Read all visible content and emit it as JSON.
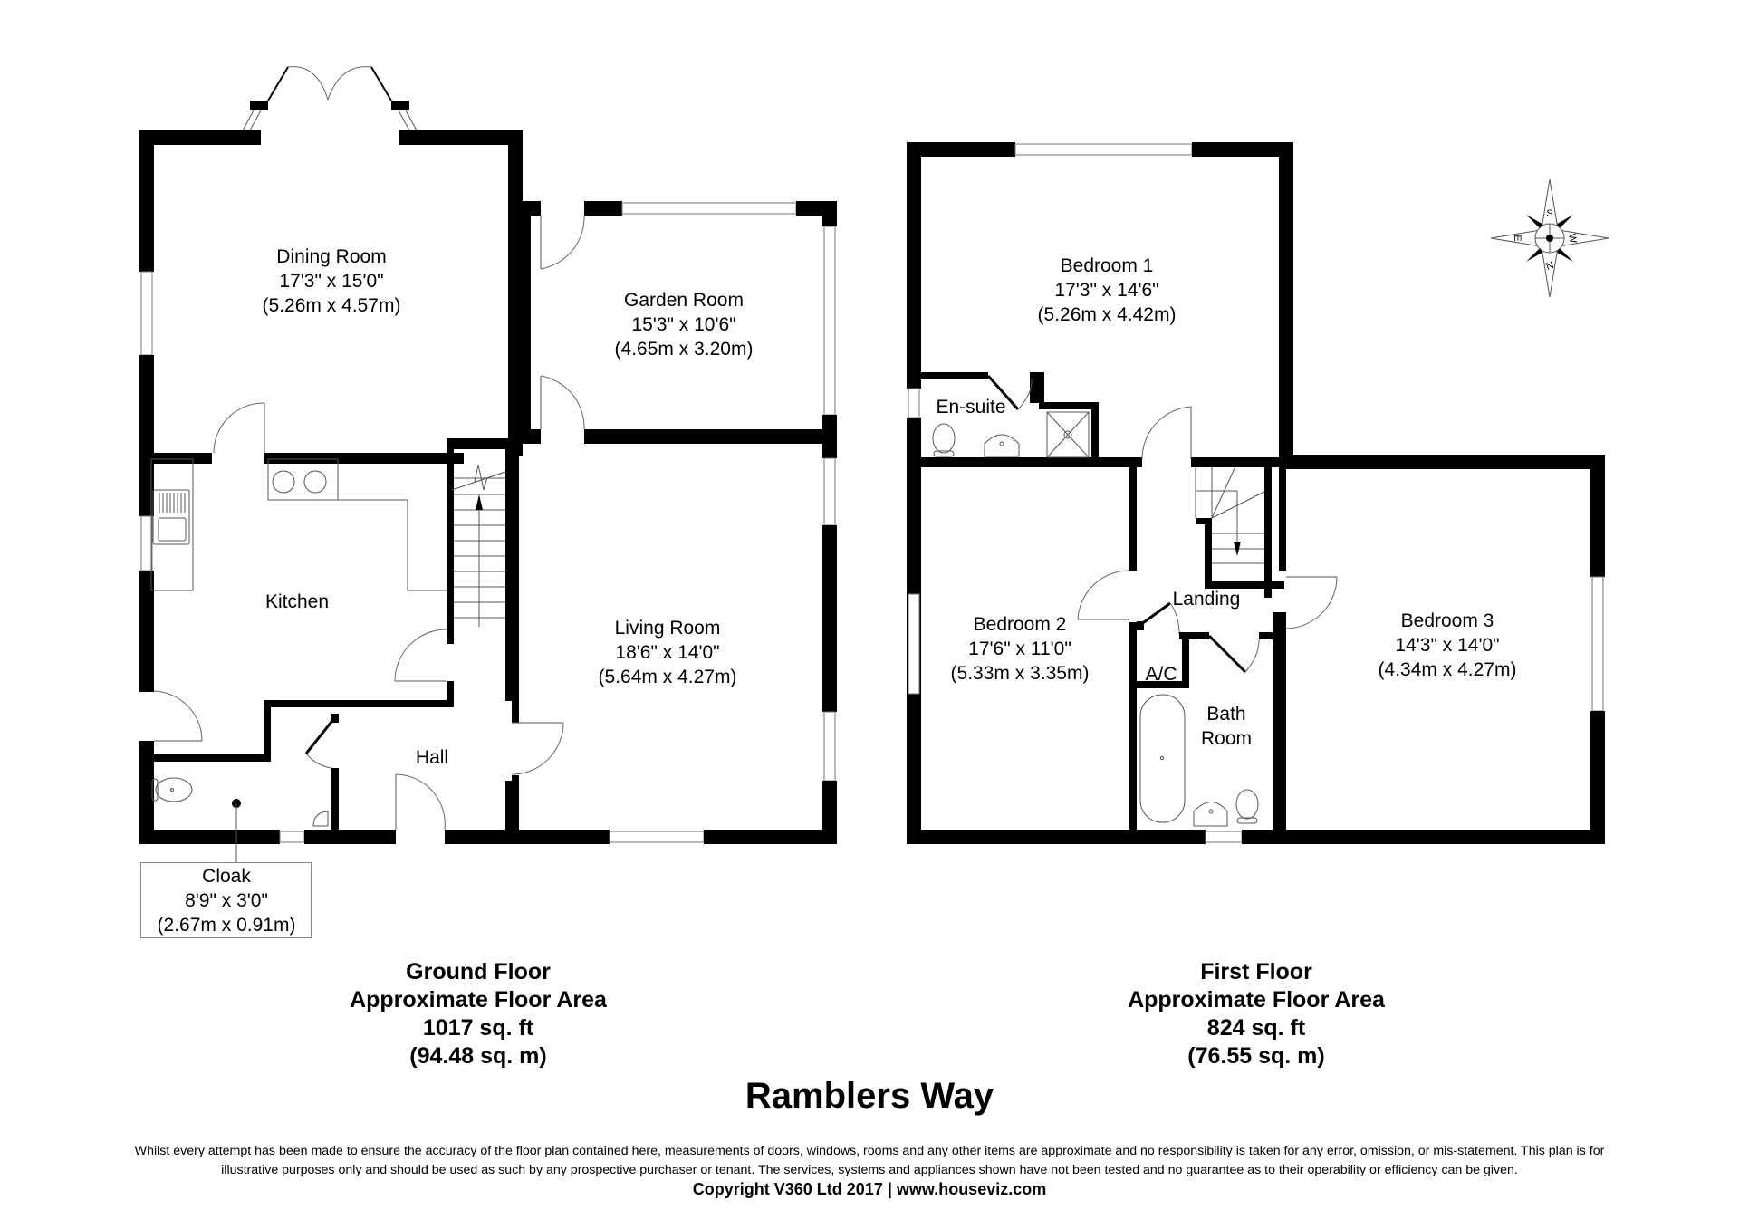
{
  "title": "Ramblers Way",
  "ground_floor": {
    "rooms": [
      {
        "name": "Dining Room",
        "imperial": "17'3\" x 15'0\"",
        "metric": "(5.26m x 4.57m)"
      },
      {
        "name": "Garden Room",
        "imperial": "15'3\" x 10'6\"",
        "metric": "(4.65m x 3.20m)"
      },
      {
        "name": "Kitchen"
      },
      {
        "name": "Living Room",
        "imperial": "18'6\" x 14'0\"",
        "metric": "(5.64m x 4.27m)"
      },
      {
        "name": "Hall"
      },
      {
        "name": "Cloak",
        "imperial": "8'9\" x 3'0\"",
        "metric": "(2.67m x 0.91m)"
      }
    ],
    "caption": {
      "floor": "Ground Floor",
      "label": "Approximate Floor Area",
      "sq_ft": "1017 sq. ft",
      "sq_m": "(94.48 sq. m)"
    }
  },
  "first_floor": {
    "rooms": [
      {
        "name": "Bedroom 1",
        "imperial": "17'3\" x 14'6\"",
        "metric": "(5.26m x 4.42m)"
      },
      {
        "name": "En-suite"
      },
      {
        "name": "Bedroom 2",
        "imperial": "17'6\" x 11'0\"",
        "metric": "(5.33m x 3.35m)"
      },
      {
        "name": "Landing"
      },
      {
        "name": "A/C"
      },
      {
        "name": "Bath Room"
      },
      {
        "name": "Bedroom 3",
        "imperial": "14'3\" x 14'0\"",
        "metric": "(4.34m x 4.27m)"
      }
    ],
    "caption": {
      "floor": "First Floor",
      "label": "Approximate Floor Area",
      "sq_ft": "824 sq. ft",
      "sq_m": "(76.55 sq. m)"
    }
  },
  "compass": {
    "icon": "compass-rose-icon",
    "top": "S",
    "bottom": "N",
    "left": "E",
    "right": "W"
  },
  "footer": {
    "disclaimer_line1": "Whilst every attempt has been made to ensure the accuracy of the floor plan contained here, measurements of doors, windows, rooms and any other items are approximate and no responsibility is taken for any error, omission, or mis-statement. This plan is for",
    "disclaimer_line2": "illustrative purposes only and should be used as such by any prospective purchaser or tenant. The services, systems and appliances shown have not been tested and no guarantee as to their operability or efficiency can be given.",
    "copyright": "Copyright V360 Ltd 2017 | www.houseviz.com"
  }
}
